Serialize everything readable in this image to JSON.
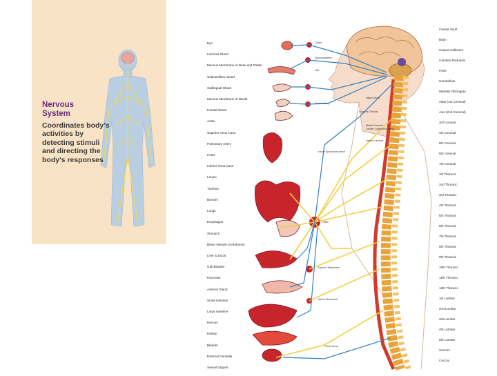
{
  "panel": {
    "title": "Nervous System",
    "description": "Coordinates body's activities by detecting stimuli and directing the body's responses"
  },
  "diagram": {
    "left_labels": [
      "Eye",
      "Lacrimal Gland",
      "Mucous Membrane of Nose and Palate",
      "Submaxillary Gland",
      "Sublingual Gland",
      "Mucous Membrane of Mouth",
      "Parotid Gland",
      "Aorta",
      "Superior Vena Cava",
      "Pulmonary Artery",
      "Heart",
      "Inferior Vena Cava",
      "Larynx",
      "Trachea",
      "Bronchi",
      "Lungs",
      "Esophagus",
      "Stomach",
      "Blood Vessels of Abdomen",
      "Liver & Ducts",
      "Gall Bladder",
      "Pancreas",
      "Adrenal Gland",
      "Small Intestine",
      "Large Intestine",
      "Rectum",
      "Kidney",
      "Bladder",
      "External Genitalia",
      "Sexual Organs"
    ],
    "right_labels": [
      "Cranial Vault",
      "Brain",
      "Corpus Callosum",
      "Cerebral Peduncle",
      "Pons",
      "Cerebellum",
      "Medulla Oblongata",
      "Atlas (1st Cervical)",
      "Axis (2nd Cervical)",
      "3rd Cervical",
      "4th Cervical",
      "5th Cervical",
      "6th Cervical",
      "7th Cervical",
      "1st Thoracic",
      "2nd Thoracic",
      "3rd Thoracic",
      "4th Thoracic",
      "5th Thoracic",
      "6th Thoracic",
      "7th Thoracic",
      "8th Thoracic",
      "9th Thoracic",
      "10th Thoracic",
      "11th Thoracic",
      "12th Thoracic",
      "1st Lumbar",
      "2nd Lumbar",
      "3rd Lumbar",
      "4th Lumbar",
      "5th Lumbar",
      "Sacrum",
      "Coccyx"
    ],
    "center_labels": [
      "Ciliary",
      "Sphenopalatine",
      "Otic",
      "Submaxillary",
      "Superior Cervical",
      "Vagus Nerve",
      "Middle Cervical",
      "Inferior Cervical",
      "Greater Splanchnic Nerve",
      "Lesser Splanchnic Nerve",
      "Celiac",
      "Superior Mesenteric",
      "Inferior Mesenteric",
      "Pelvic Nerve"
    ]
  },
  "colors": {
    "panel_bg": "#f8e3c6",
    "title": "#6a2c7e",
    "nerve_yellow": "#f2cf42",
    "nerve_blue": "#2f7fc1",
    "organ_red": "#c8242c",
    "spine_orange": "#e8a33a"
  }
}
